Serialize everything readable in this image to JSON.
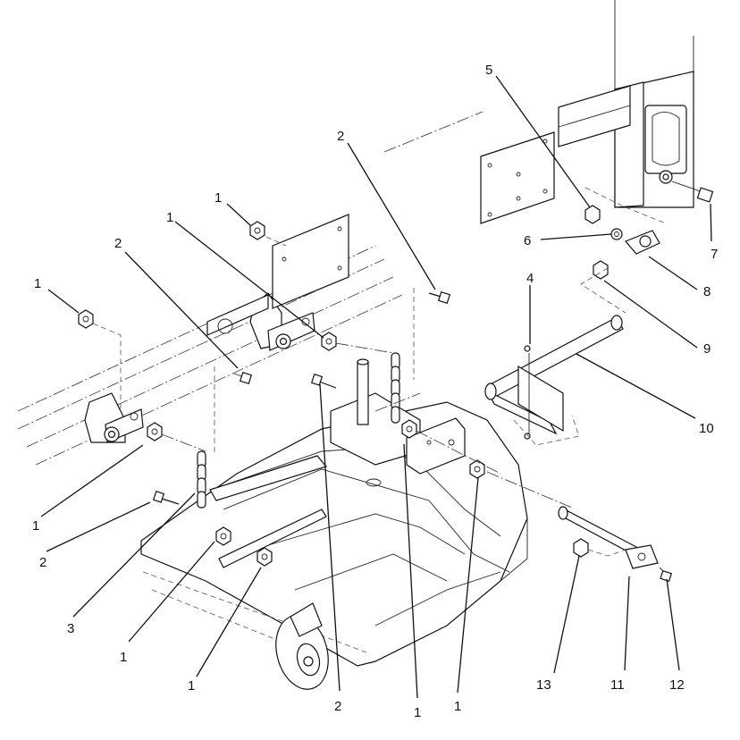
{
  "figure": {
    "callouts": [
      {
        "id": "c1a",
        "label": "1"
      },
      {
        "id": "c1b",
        "label": "1"
      },
      {
        "id": "c1c",
        "label": "1"
      },
      {
        "id": "c1d",
        "label": "1"
      },
      {
        "id": "c1e",
        "label": "1"
      },
      {
        "id": "c1f",
        "label": "1"
      },
      {
        "id": "c1g",
        "label": "1"
      },
      {
        "id": "c1h",
        "label": "1"
      },
      {
        "id": "c2a",
        "label": "2"
      },
      {
        "id": "c2b",
        "label": "2"
      },
      {
        "id": "c2c",
        "label": "2"
      },
      {
        "id": "c2d",
        "label": "2"
      },
      {
        "id": "c3",
        "label": "3"
      },
      {
        "id": "c4",
        "label": "4"
      },
      {
        "id": "c5",
        "label": "5"
      },
      {
        "id": "c6",
        "label": "6"
      },
      {
        "id": "c7",
        "label": "7"
      },
      {
        "id": "c8",
        "label": "8"
      },
      {
        "id": "c9",
        "label": "9"
      },
      {
        "id": "c10",
        "label": "10"
      },
      {
        "id": "c11",
        "label": "11"
      },
      {
        "id": "c12",
        "label": "12"
      },
      {
        "id": "c13",
        "label": "13"
      }
    ]
  }
}
